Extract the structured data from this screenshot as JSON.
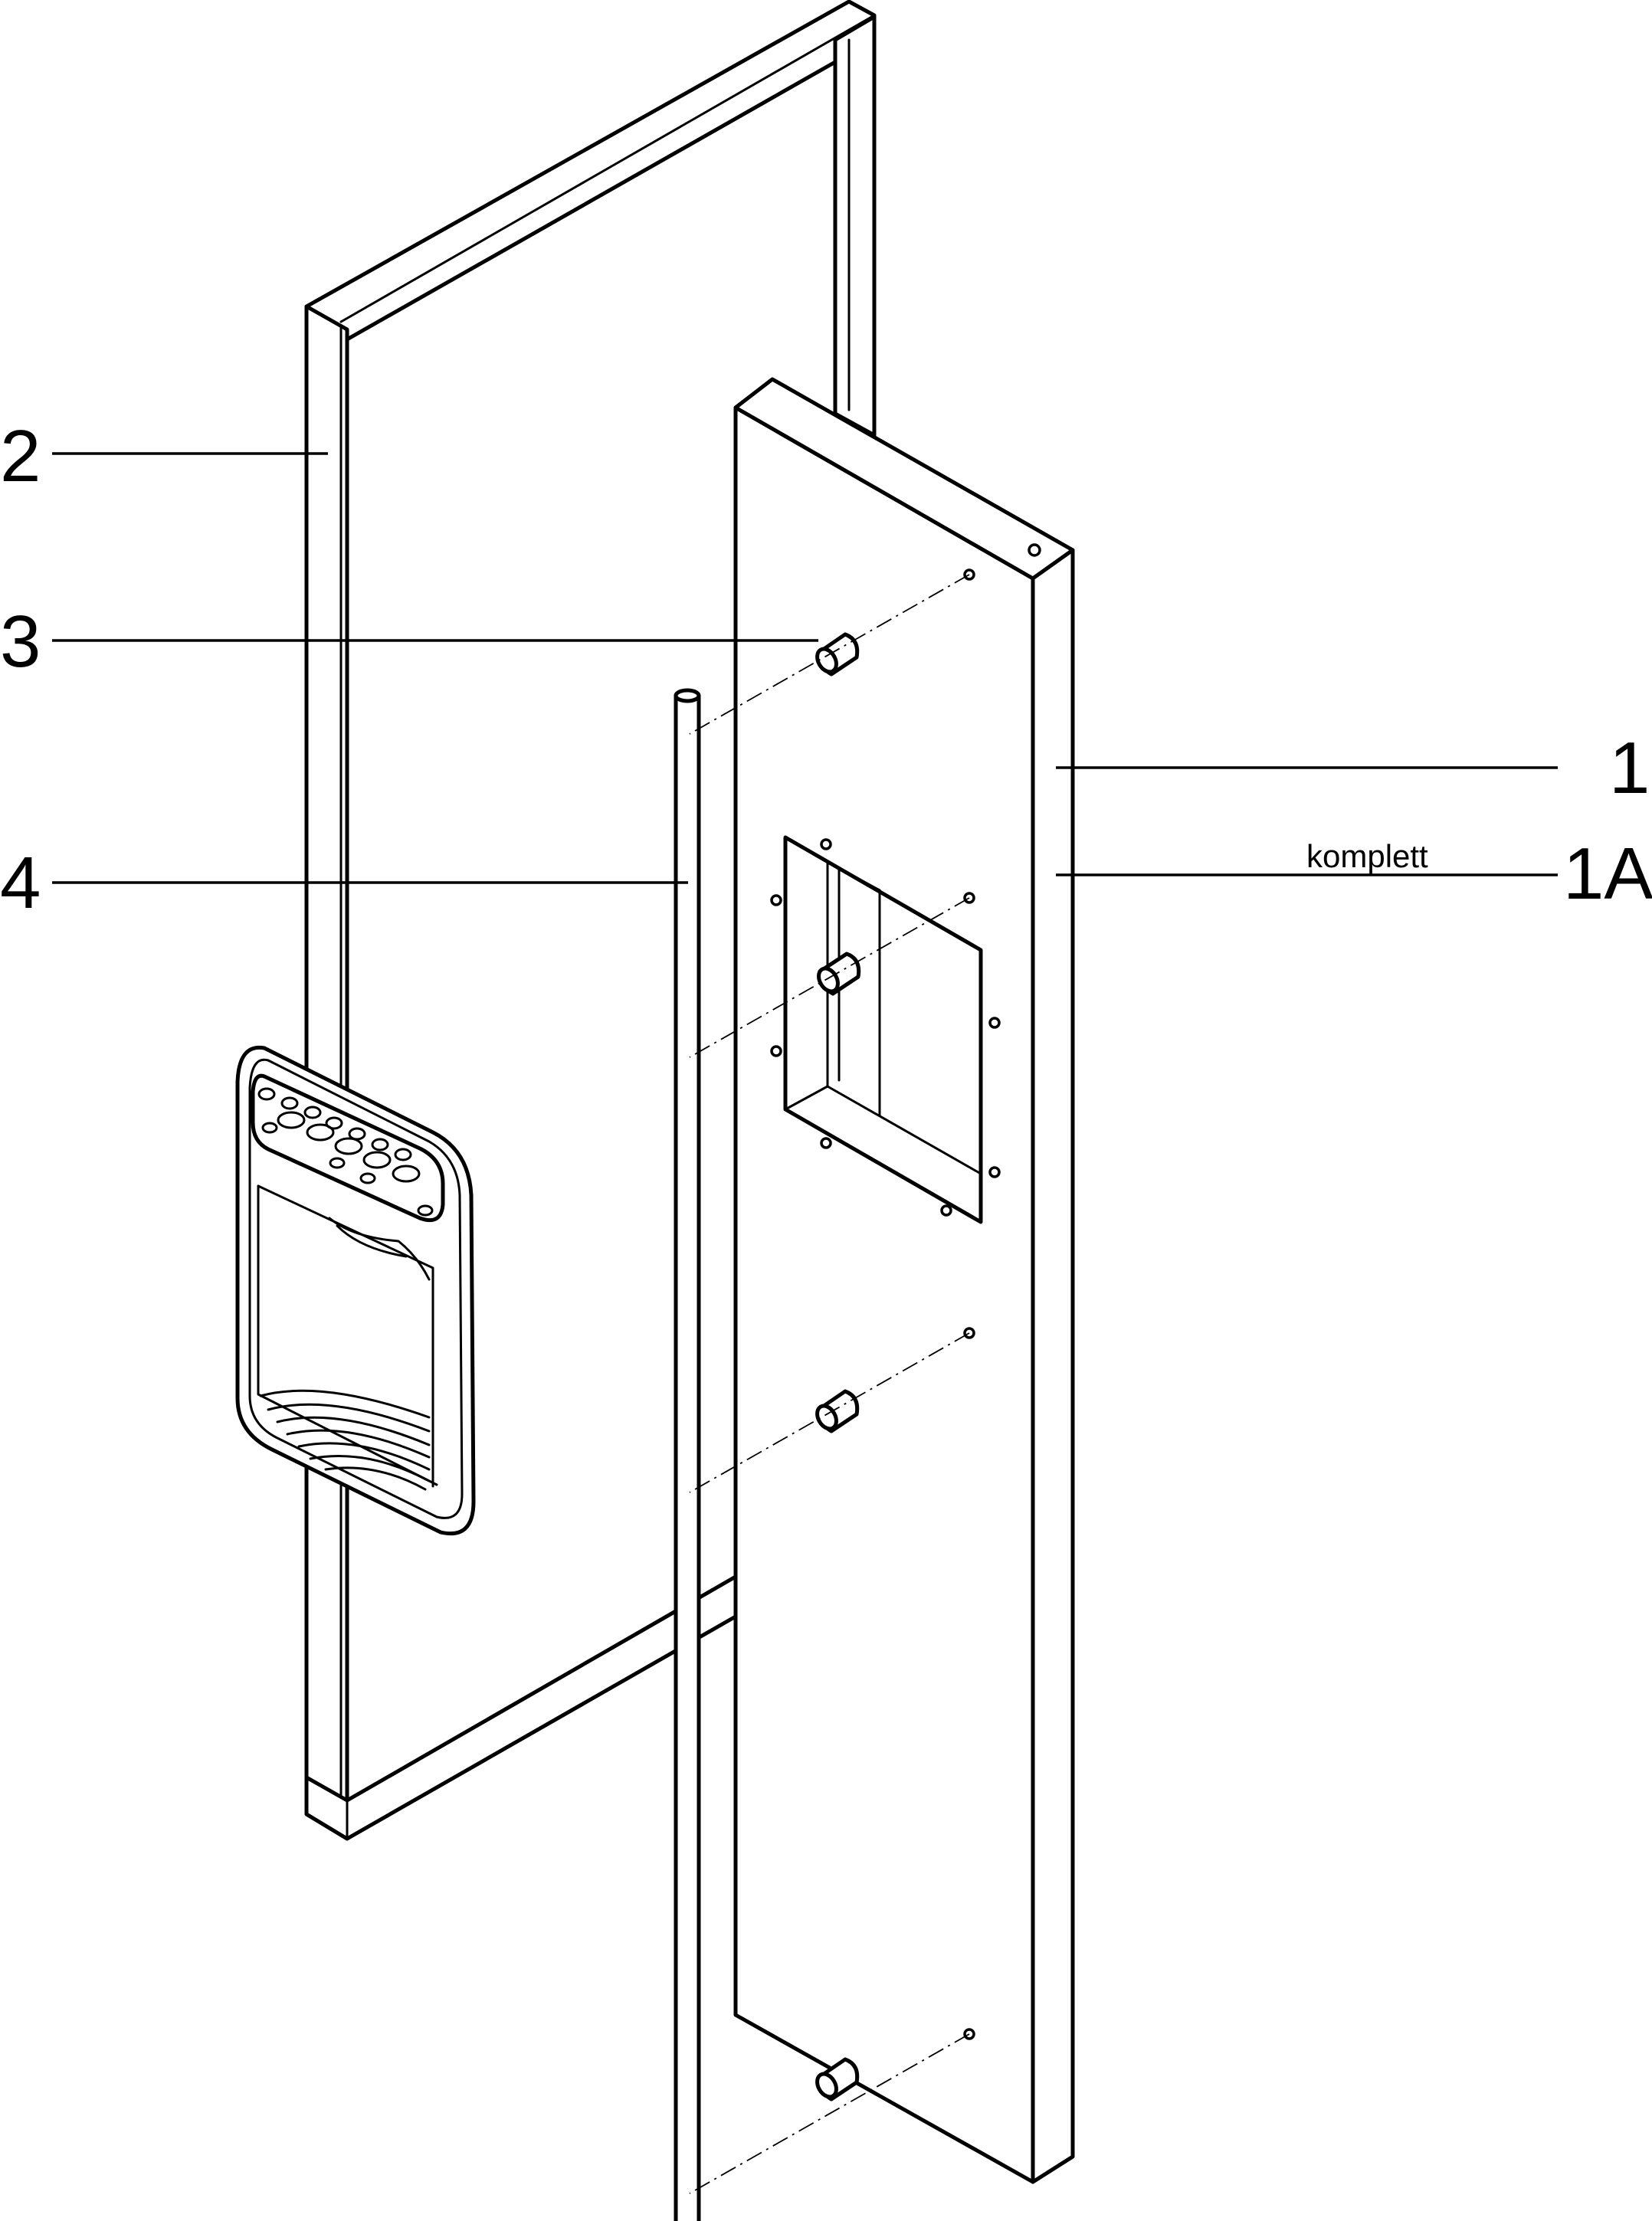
{
  "diagram": {
    "callouts": {
      "part_2": "2",
      "part_3": "3",
      "part_4": "4",
      "part_1": "1",
      "part_1a": "1A",
      "note_komplett": "komplett"
    }
  }
}
